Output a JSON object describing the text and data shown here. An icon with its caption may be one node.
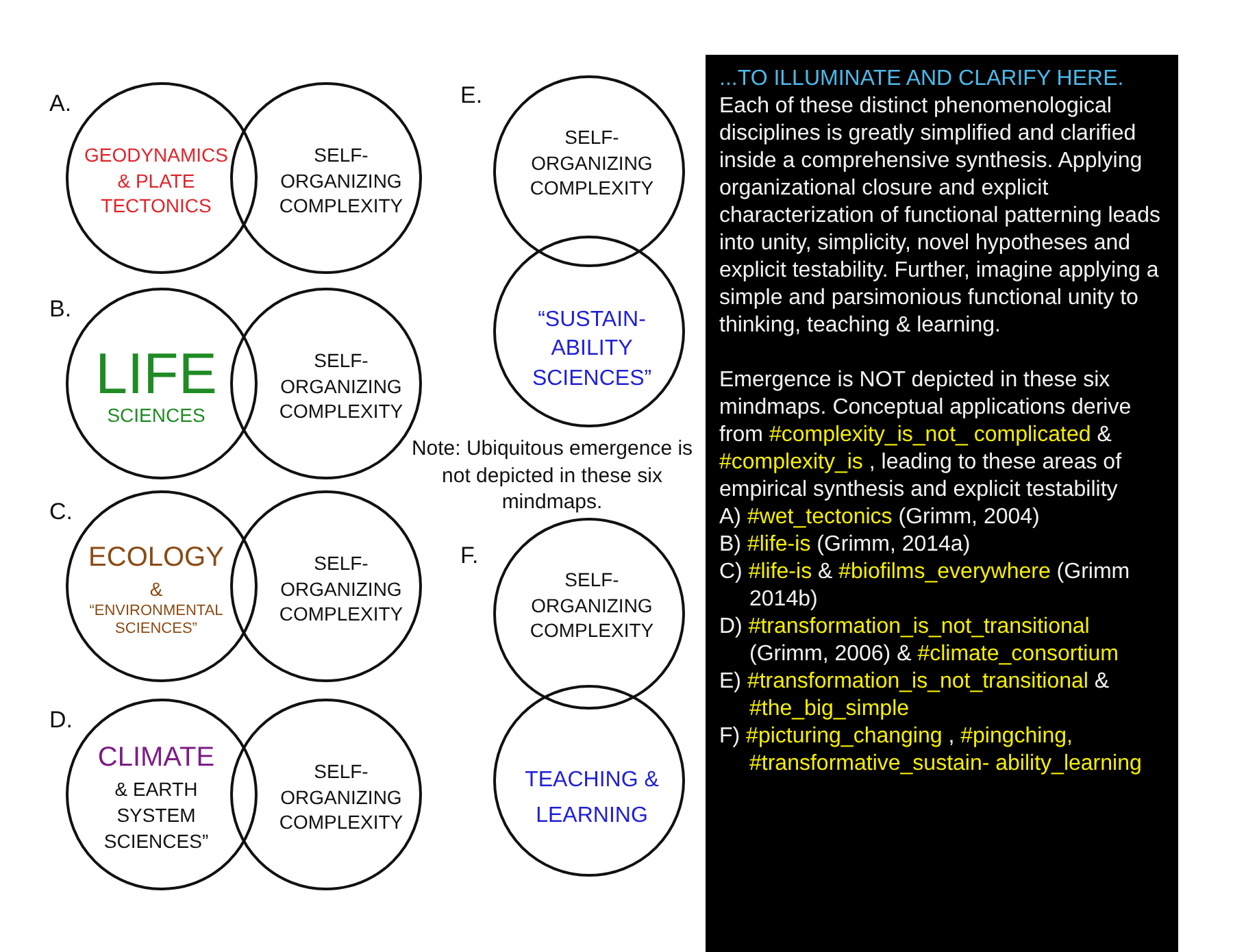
{
  "diagram": {
    "nodes": [
      {
        "text": [
          "GEODYNAMICS & PLATE TECTONICS"
        ]
      },
      {
        "text": [
          "SELF- ORGANIZING COMPLEXITY"
        ]
      },
      {
        "text": [
          "LIFE",
          "SCIENCES"
        ]
      },
      {
        "text": [
          "SELF- ORGANIZING COMPLEXITY"
        ]
      },
      {
        "text": [
          "ECOLOGY",
          "&",
          "“ENVIRONMENTAL SCIENCES”"
        ]
      },
      {
        "text": [
          "SELF- ORGANIZING COMPLEXITY"
        ]
      },
      {
        "text": [
          "CLIMATE",
          "& EARTH SYSTEM SCIENCES”"
        ]
      },
      {
        "text": [
          "SELF- ORGANIZING COMPLEXITY"
        ]
      },
      {
        "text": [
          "SELF- ORGANIZING COMPLEXITY"
        ]
      },
      {
        "text": [
          "“SUSTAIN- ABILITY SCIENCES”"
        ]
      },
      {
        "text": [
          "SELF- ORGANIZING COMPLEXITY"
        ]
      },
      {
        "text": [
          "TEACHING & LEARNING"
        ]
      },
      {
        "text": [
          "...TO ILLUMINATE AND CLARIFY HERE.",
          "Each of these distinct phenomenological disciplines is greatly simplified and clarified inside a comprehensive synthesis. Applying organizational closure and explicit characterization of functional patterning leads into unity, simplicity, novel hypotheses and explicit testability. Further, imagine applying a simple and parsimonious functional unity to thinking, teaching & learning.",
          "Emergence is NOT depicted in these six mindmaps. Conceptual applications derive from #complexity_is_not_ complicated & #complexity_is , leading to these areas of empirical synthesis and explicit testability",
          "A) #wet_tectonics (Grimm, 2004)",
          "B) #life-is (Grimm, 2014a)",
          "C) #life-is & #biofilms_everywhere (Grimm 2014b)",
          "D) #transformation_is_not_transitional (Grimm, 2006) & #climate_consortium",
          "E) #transformation_is_not_transitional & #the_big_simple",
          "F) #picturing_changing , #pingching, #transformative_sustain- ability_learning"
        ]
      }
    ],
    "labels": [
      "A.",
      "B.",
      "C.",
      "D.",
      "E.",
      "Note: Ubiquitous emergence is not depicted in these six mindmaps.",
      "F."
    ]
  }
}
